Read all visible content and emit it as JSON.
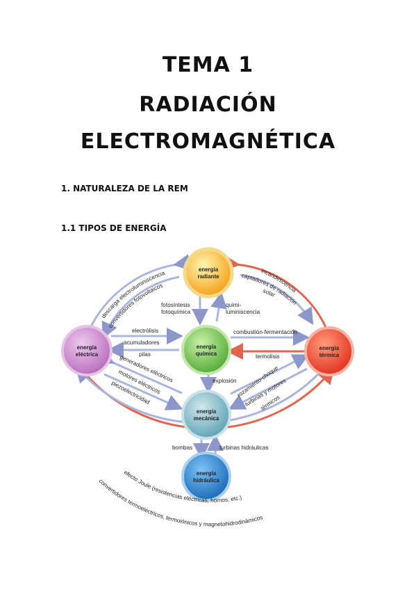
{
  "document": {
    "title_lines": [
      "TEMA 1",
      "RADIACIÓN",
      "ELECTROMAGNÉTICA"
    ],
    "section_heading": "1. NATURALEZA DE LA REM",
    "subsection_heading": "1.1 TIPOS DE ENERGÍA"
  },
  "diagram": {
    "nodes": {
      "radiante": [
        "energía",
        "radiante"
      ],
      "electrica": [
        "energía",
        "eléctrica"
      ],
      "quimica": [
        "energía",
        "química"
      ],
      "termica": [
        "energía",
        "térmica"
      ],
      "mecanica": [
        "energía",
        "mecánica"
      ],
      "hidraulica": [
        "energía",
        "hidráulica"
      ]
    },
    "labels": {
      "descarga": "descarga electroluminiscencia",
      "conv_foto": "convertidores fotovoltaicos",
      "incandescencia": "incandescencia",
      "captadores": "captadores de radiación",
      "solar": "solar",
      "fotosintesis": "fotosíntesis",
      "fotoquimica": "fotoquímica",
      "quimi1": "quimi-",
      "quimi2": "luminiscencia",
      "electrolisis": "electrólisis",
      "acumuladores": "acumuladores",
      "pilas": "pilas",
      "combustion": "combustión-fermentación",
      "termolisis": "termolisis",
      "generadores": "generadores eléctricos",
      "motores": "motores eléctricos",
      "piezo": "piezoelectricidad",
      "explosion": "explosión",
      "rozamiento": "rozamiento-choque",
      "turbinas_motores": "turbinas y motores",
      "termicos": "térmicos",
      "bombas": "bombas",
      "turbinas_hidr": "turbinas hidráulicas",
      "joule": "efecto Joule (resistencias eléctricas, hornos, etc.)",
      "conv_termo": "convertidores termoeléctricos, termoiónicos y magnetohidrodinámicos"
    },
    "colors": {
      "radiante": "#f7b731",
      "electrica": "#c47fc6",
      "quimica": "#6cc24a",
      "termica": "#ea3b2a",
      "mecanica": "#6fb0bf",
      "hidraulica": "#1f7fc9",
      "blue_arrow": "#aab4dc",
      "red_arrow": "#e0654f"
    }
  }
}
